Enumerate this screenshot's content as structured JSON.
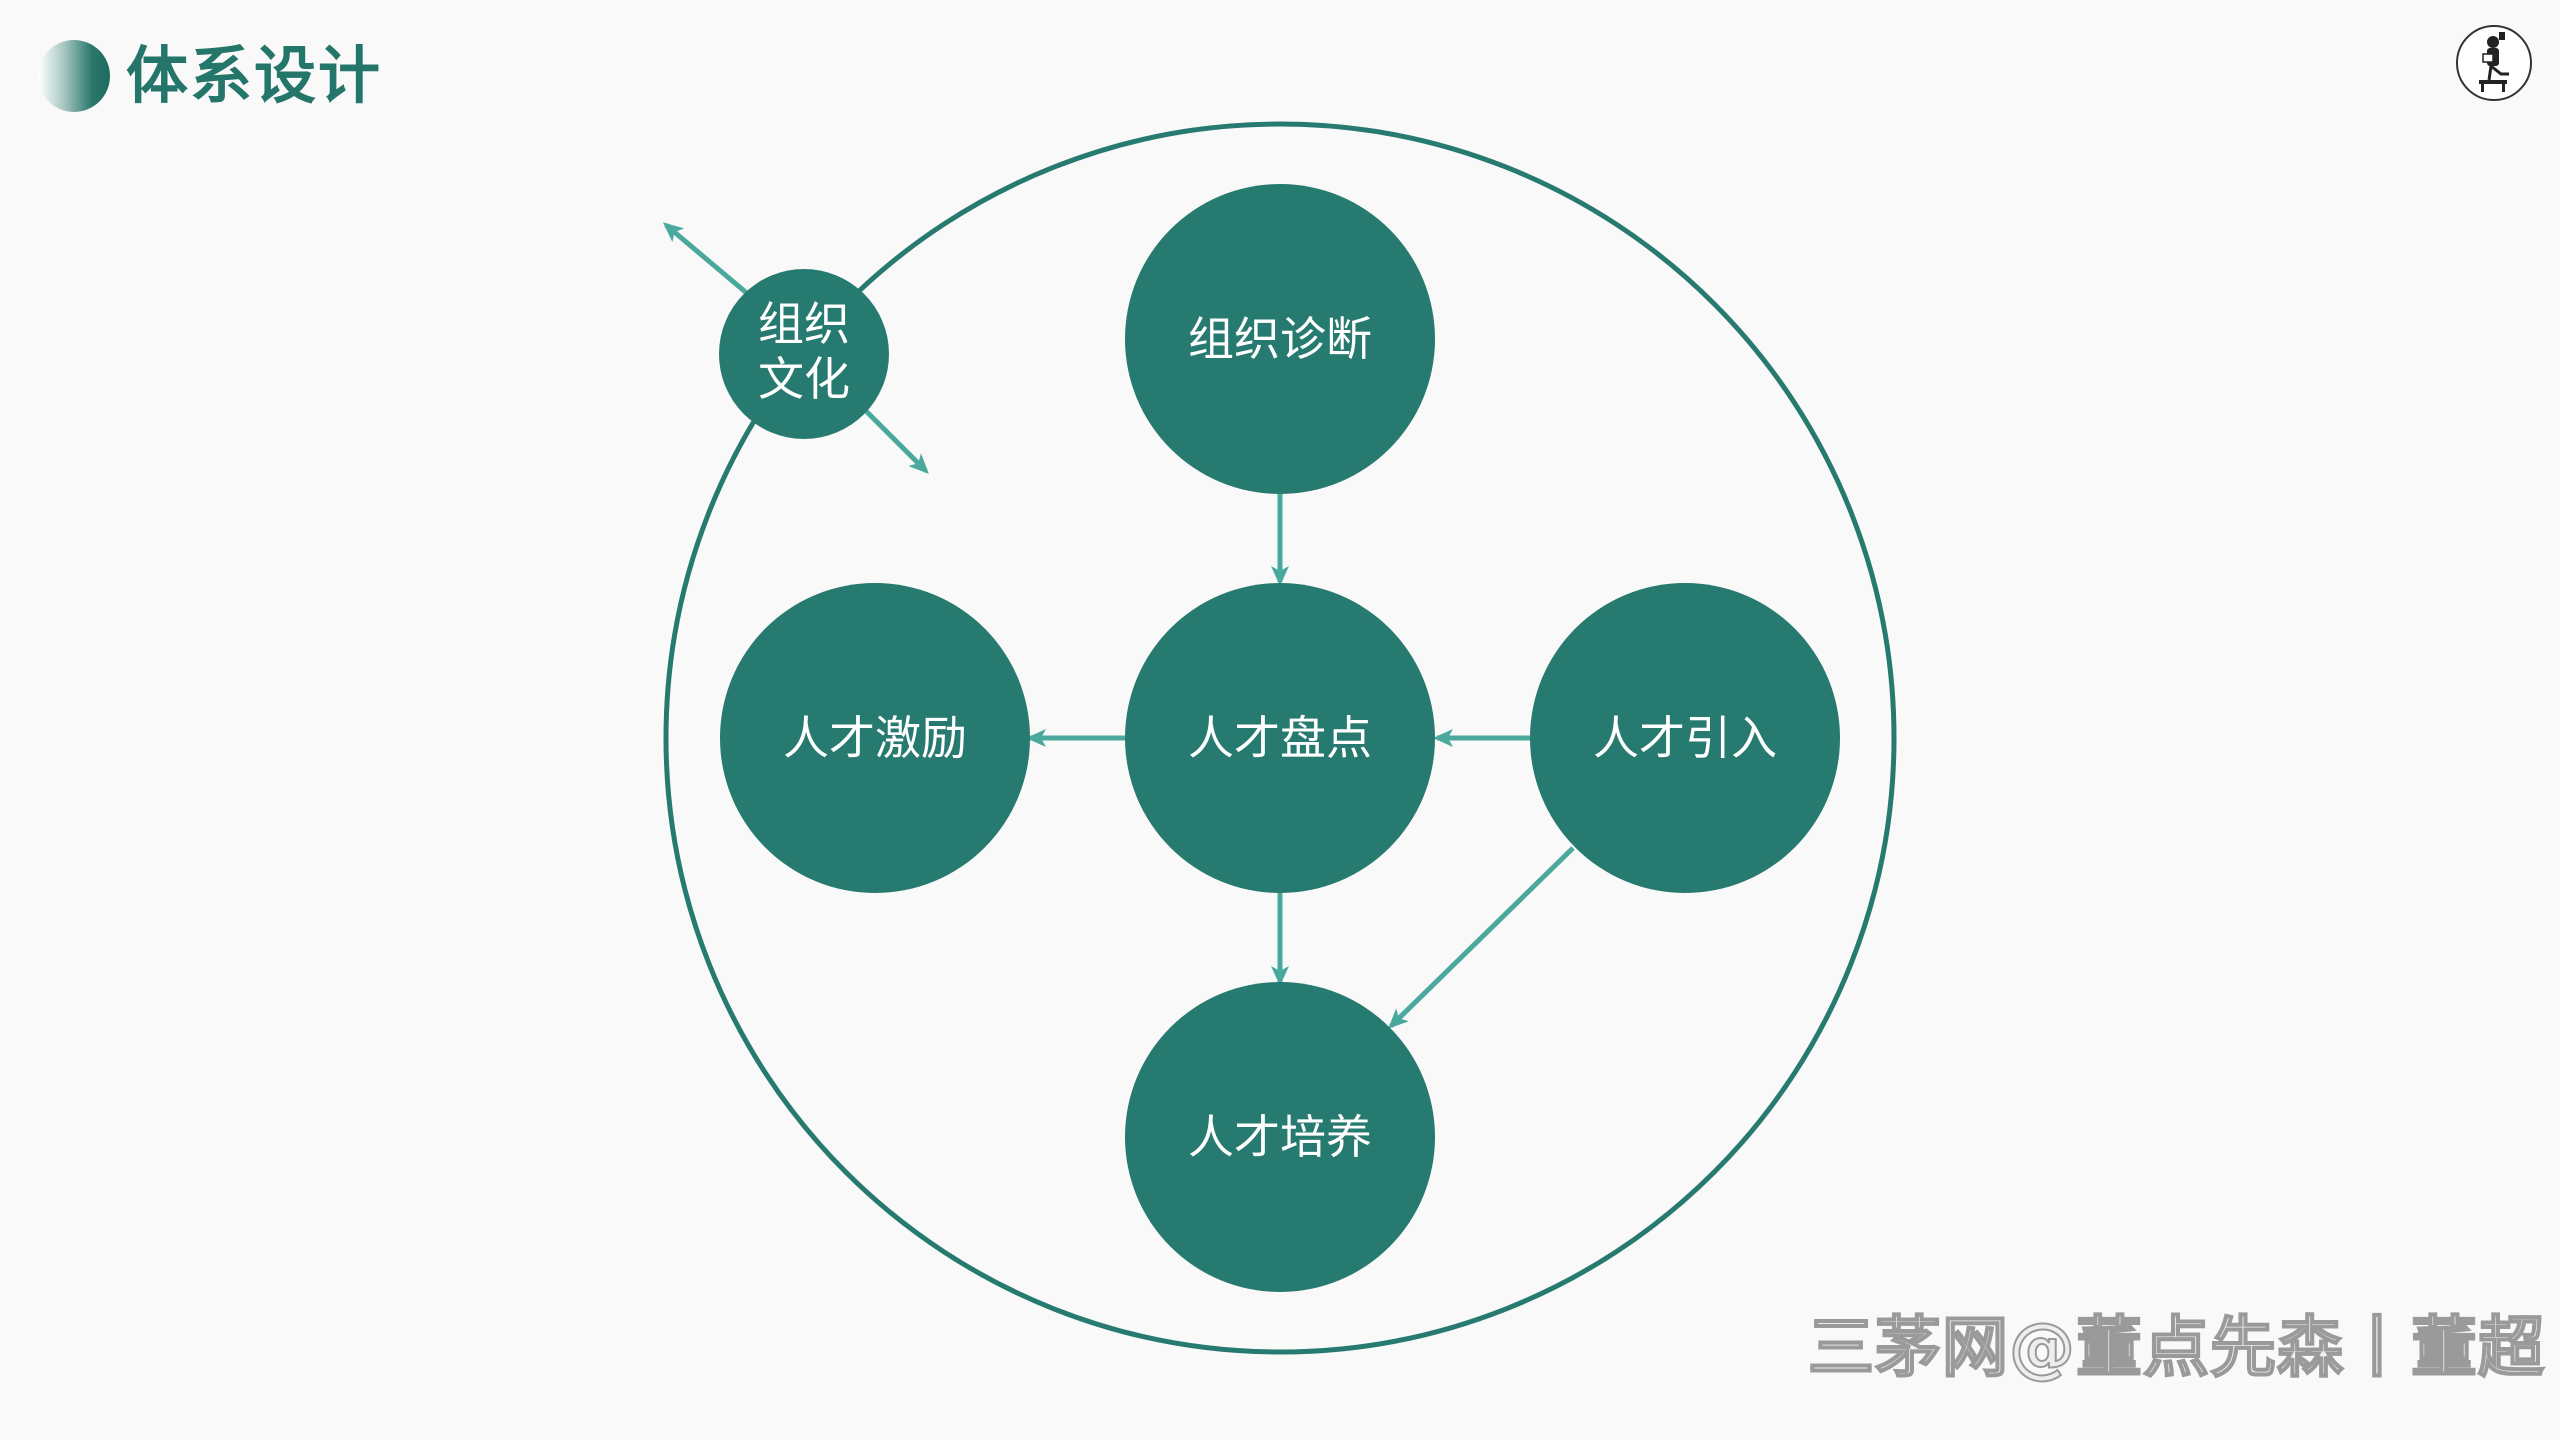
{
  "header": {
    "title": "体系设计"
  },
  "diagram": {
    "nodes": {
      "culture": {
        "line1": "组织",
        "line2": "文化"
      },
      "diagnosis": "组织诊断",
      "inventory": "人才盘点",
      "incentive": "人才激励",
      "introduction": "人才引入",
      "training": "人才培养"
    }
  },
  "watermark": "三茅网@董点先森丨董超",
  "colors": {
    "node_fill": "#277a6f",
    "outer_ring": "#277a6f",
    "arrow": "#4aa89c",
    "title": "#24756a"
  },
  "icons": {
    "title_mark": "gradient-circle-icon",
    "avatar": "person-reading-avatar-icon"
  }
}
